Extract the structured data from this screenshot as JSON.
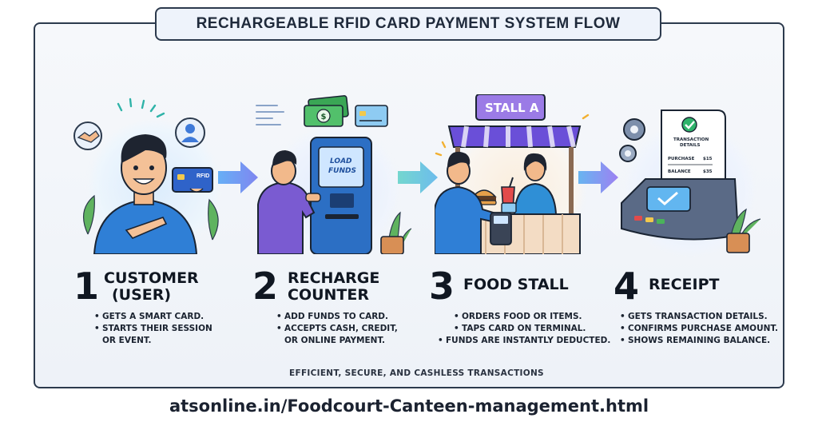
{
  "title": "RECHARGEABLE RFID CARD PAYMENT SYSTEM FLOW",
  "steps": [
    {
      "number": "1",
      "heading": "CUSTOMER (USER)",
      "heading_lines": [
        "CUSTOMER",
        "(USER)"
      ],
      "bullets": [
        "GETS A SMART CARD.",
        "STARTS THEIR SESSION OR EVENT."
      ],
      "bullet_lines": [
        "GETS A SMART CARD.",
        "STARTS THEIR SESSION",
        "OR EVENT."
      ],
      "card_label": "RFID"
    },
    {
      "number": "2",
      "heading": "RECHARGE COUNTER",
      "heading_lines": [
        "RECHARGE",
        "COUNTER"
      ],
      "bullets": [
        "ADD FUNDS TO CARD.",
        "ACCEPTS CASH, CREDIT, OR ONLINE PAYMENT."
      ],
      "bullet_lines": [
        "ADD FUNDS TO CARD.",
        "ACCEPTS CASH, CREDIT,",
        "OR ONLINE PAYMENT."
      ],
      "screen_text": "LOAD FUNDS",
      "screen_lines": [
        "LOAD",
        "FUNDS"
      ],
      "bill_symbol": "$"
    },
    {
      "number": "3",
      "heading": "FOOD STALL",
      "heading_lines": [
        "FOOD STALL"
      ],
      "bullets": [
        "ORDERS FOOD OR ITEMS.",
        "TAPS CARD ON TERMINAL.",
        "FUNDS ARE INSTANTLY DEDUCTED."
      ],
      "bullet_lines": [
        "ORDERS FOOD OR ITEMS.",
        "TAPS CARD ON TERMINAL.",
        "FUNDS ARE INSTANTLY DEDUCTED."
      ],
      "stall_sign": "STALL A"
    },
    {
      "number": "4",
      "heading": "RECEIPT",
      "heading_lines": [
        "RECEIPT"
      ],
      "bullets": [
        "GETS TRANSACTION DETAILS.",
        "CONFIRMS PURCHASE AMOUNT.",
        "SHOWS REMAINING BALANCE."
      ],
      "bullet_lines": [
        "GETS TRANSACTION DETAILS.",
        "CONFIRMS PURCHASE AMOUNT.",
        "SHOWS REMAINING BALANCE."
      ],
      "receipt": {
        "title": "TRANSACTION DETAILS",
        "title_lines": [
          "TRANSACTION",
          "DETAILS"
        ],
        "rows": [
          {
            "label": "PURCHASE",
            "value": "$15"
          },
          {
            "label": "BALANCE",
            "value": "$35"
          }
        ]
      }
    }
  ],
  "footer": "EFFICIENT, SECURE, AND CASHLESS TRANSACTIONS",
  "url": "atsonline.in/Foodcourt-Canteen-management.html",
  "colors": {
    "frame": "#2c3a4d",
    "arrow": "#5b8ef0",
    "shirt_blue": "#2f7fd6",
    "shirt_purple": "#7a5bd1",
    "awning": "#6a4fd8",
    "check": "#2fb36b"
  }
}
